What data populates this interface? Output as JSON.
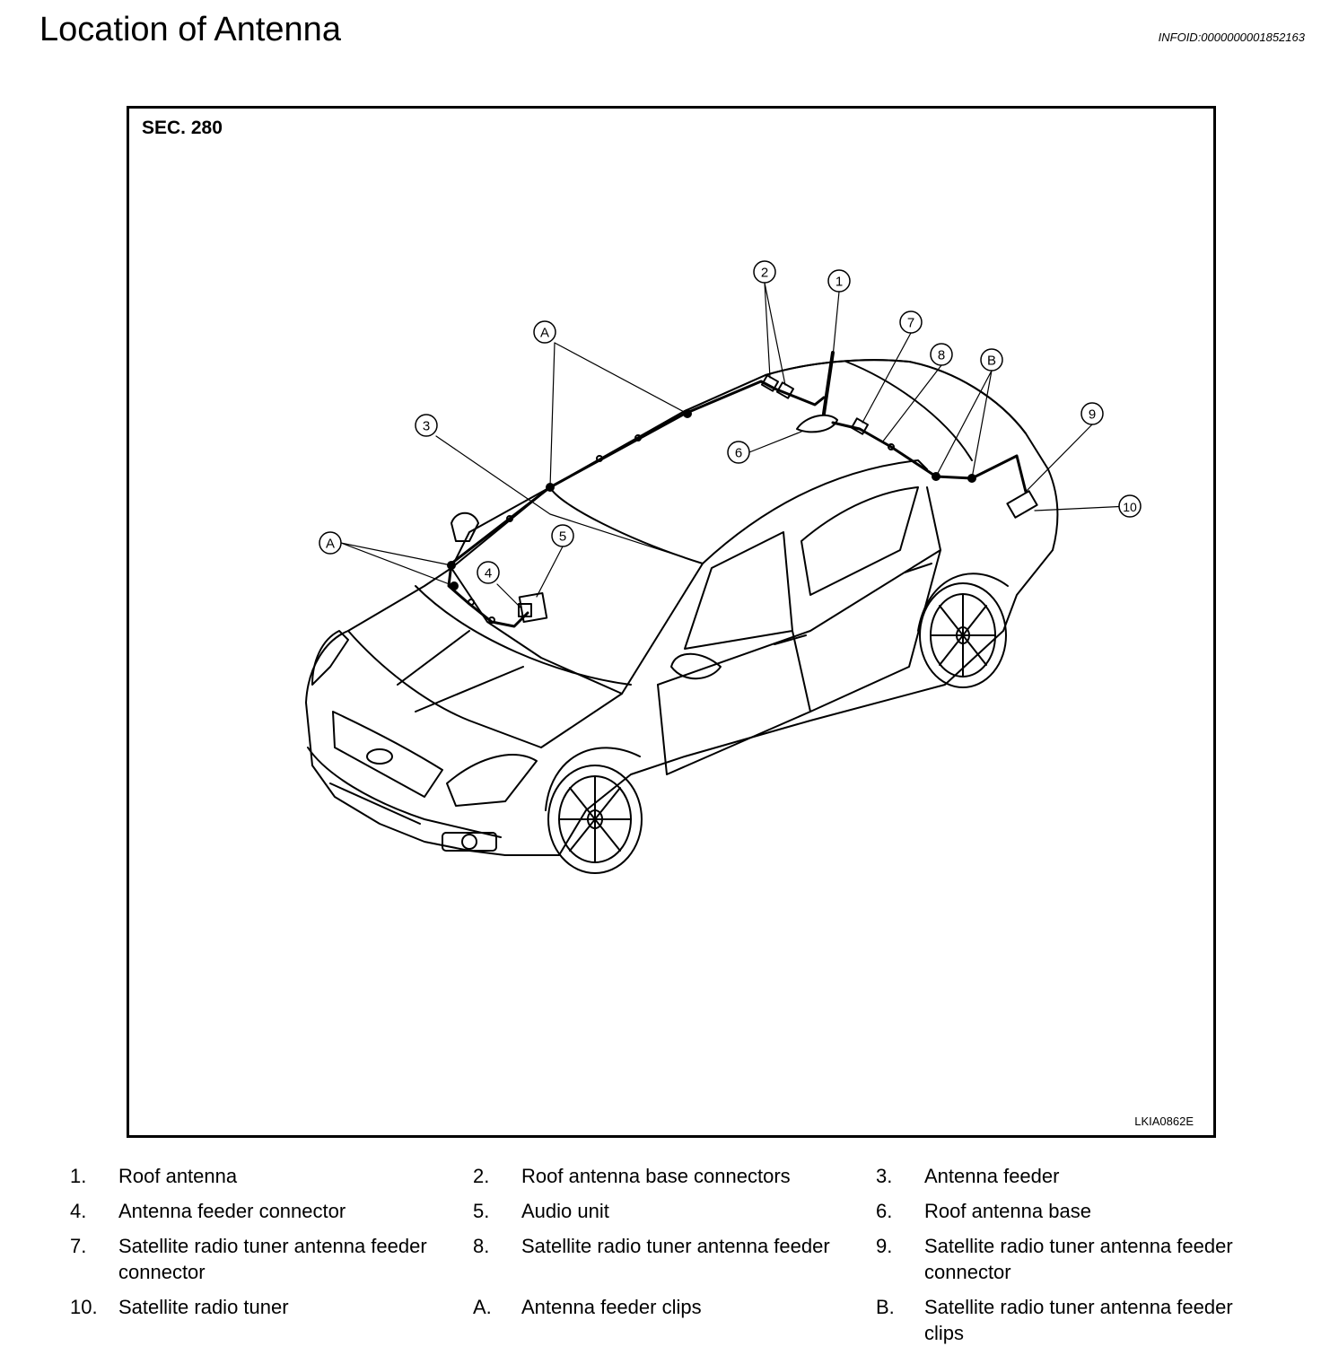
{
  "header": {
    "title": "Location of Antenna",
    "infoid": "INFOID:0000000001852163"
  },
  "figure": {
    "section": "SEC. 280",
    "code": "LKIA0862E",
    "callouts": [
      "1",
      "2",
      "3",
      "4",
      "5",
      "6",
      "7",
      "8",
      "9",
      "10",
      "A",
      "A",
      "B"
    ]
  },
  "legend": [
    {
      "num": "1.",
      "text": "Roof antenna"
    },
    {
      "num": "2.",
      "text": "Roof antenna base connectors"
    },
    {
      "num": "3.",
      "text": "Antenna feeder"
    },
    {
      "num": "4.",
      "text": "Antenna feeder connector"
    },
    {
      "num": "5.",
      "text": "Audio unit"
    },
    {
      "num": "6.",
      "text": "Roof antenna base"
    },
    {
      "num": "7.",
      "text": "Satellite radio tuner antenna feeder connector"
    },
    {
      "num": "8.",
      "text": "Satellite radio tuner antenna feeder"
    },
    {
      "num": "9.",
      "text": "Satellite radio tuner antenna feeder connector"
    },
    {
      "num": "10.",
      "text": "Satellite radio tuner"
    },
    {
      "num": "A.",
      "text": "Antenna feeder clips"
    },
    {
      "num": "B.",
      "text": "Satellite radio tuner antenna feeder clips"
    }
  ]
}
